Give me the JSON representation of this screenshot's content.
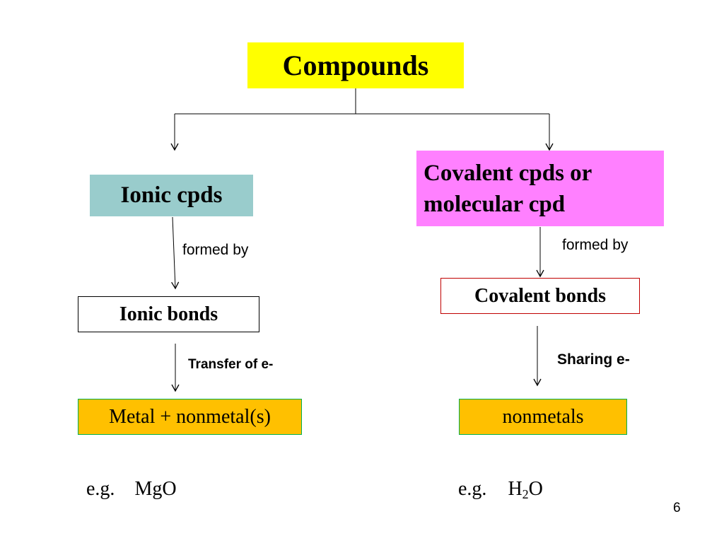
{
  "diagram": {
    "root": {
      "label": "Compounds",
      "color": "#ffff00"
    },
    "left_branch": {
      "category": {
        "label": "Ionic cpds",
        "color": "#99cccc"
      },
      "relation_label": "formed by",
      "bond": {
        "label": "Ionic bonds"
      },
      "process_label": "Transfer of e-",
      "components": {
        "label": "Metal + nonmetal(s)",
        "color": "#ffc000"
      },
      "example": {
        "prefix": "e.g.",
        "formula": "MgO"
      }
    },
    "right_branch": {
      "category": {
        "line1": "Covalent cpds or",
        "line2": "molecular cpd",
        "color": "#ff80ff"
      },
      "relation_label": "formed by",
      "bond": {
        "label": "Covalent bonds"
      },
      "process_label": "Sharing e-",
      "components": {
        "label": "nonmetals",
        "color": "#ffc000"
      },
      "example": {
        "prefix": "e.g.",
        "formula_before": "H",
        "formula_sub": "2",
        "formula_after": "O"
      }
    }
  },
  "page_number": "6"
}
